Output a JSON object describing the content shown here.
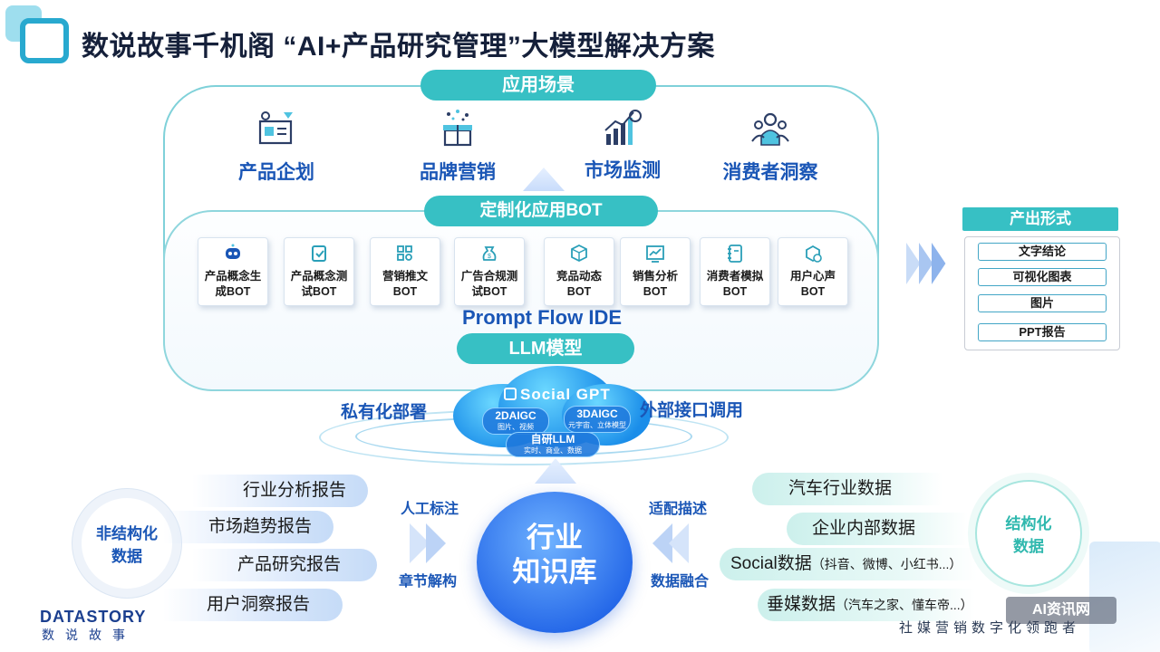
{
  "title": "数说故事千机阁 “AI+产品研究管理”大模型解决方案",
  "scenes": {
    "header": "应用场景",
    "items": [
      {
        "label": "产品企划",
        "icon": "planning-icon"
      },
      {
        "label": "品牌营销",
        "icon": "brand-gift-icon"
      },
      {
        "label": "市场监测",
        "icon": "market-chart-icon"
      },
      {
        "label": "消费者洞察",
        "icon": "consumers-icon"
      }
    ]
  },
  "custom": {
    "header": "定制化应用BOT",
    "bots": [
      {
        "line1": "产品概念生",
        "line2": "成BOT"
      },
      {
        "line1": "产品概念测",
        "line2": "试BOT"
      },
      {
        "line1": "营销推文",
        "line2": "BOT"
      },
      {
        "line1": "广告合规测",
        "line2": "试BOT"
      },
      {
        "line1": "竞品动态",
        "line2": "BOT"
      },
      {
        "line1": "销售分析",
        "line2": "BOT"
      },
      {
        "line1": "消费者模拟",
        "line2": "BOT"
      },
      {
        "line1": "用户心声",
        "line2": "BOT"
      }
    ],
    "prompt_flow": "Prompt Flow IDE",
    "llm": "LLM模型"
  },
  "cloud": {
    "brand": "Social GPT",
    "left_sub": "2DAIGC",
    "left_note": "图片、视频",
    "right_sub": "3DAIGC",
    "right_note": "元宇宙、立体模型",
    "bottom_sub": "自研LLM",
    "bottom_note": "实时、商业、数据",
    "left_label": "私有化部署",
    "right_label": "外部接口调用"
  },
  "output": {
    "header": "产出形式",
    "items": [
      "文字结论",
      "可视化图表",
      "图片",
      "PPT报告"
    ]
  },
  "bottom": {
    "unstructured": {
      "line1": "非结构化",
      "line2": "数据"
    },
    "structured": {
      "line1": "结构化",
      "line2": "数据"
    },
    "left_reports": [
      "行业分析报告",
      "市场趋势报告",
      "产品研究报告",
      "用户洞察报告"
    ],
    "right_data": [
      {
        "main": "汽车行业数据",
        "note": ""
      },
      {
        "main": "企业内部数据",
        "note": ""
      },
      {
        "main": "Social数据",
        "note": "（抖音、微博、小红书...）"
      },
      {
        "main": "垂媒数据",
        "note": "（汽车之家、懂车帝...）"
      }
    ],
    "left_top": "人工标注",
    "left_bottom": "章节解构",
    "right_top": "适配描述",
    "right_bottom": "数据融合",
    "center": {
      "line1": "行业",
      "line2": "知识库"
    }
  },
  "brand": {
    "name": "DATASTORY",
    "sub": "数说故事"
  },
  "slogan": "社媒营销数字化领跑者",
  "watermark": "AI资讯网",
  "colors": {
    "teal": "#37c0c4",
    "blue": "#1a56b6",
    "deep_blue": "#2467e8"
  }
}
